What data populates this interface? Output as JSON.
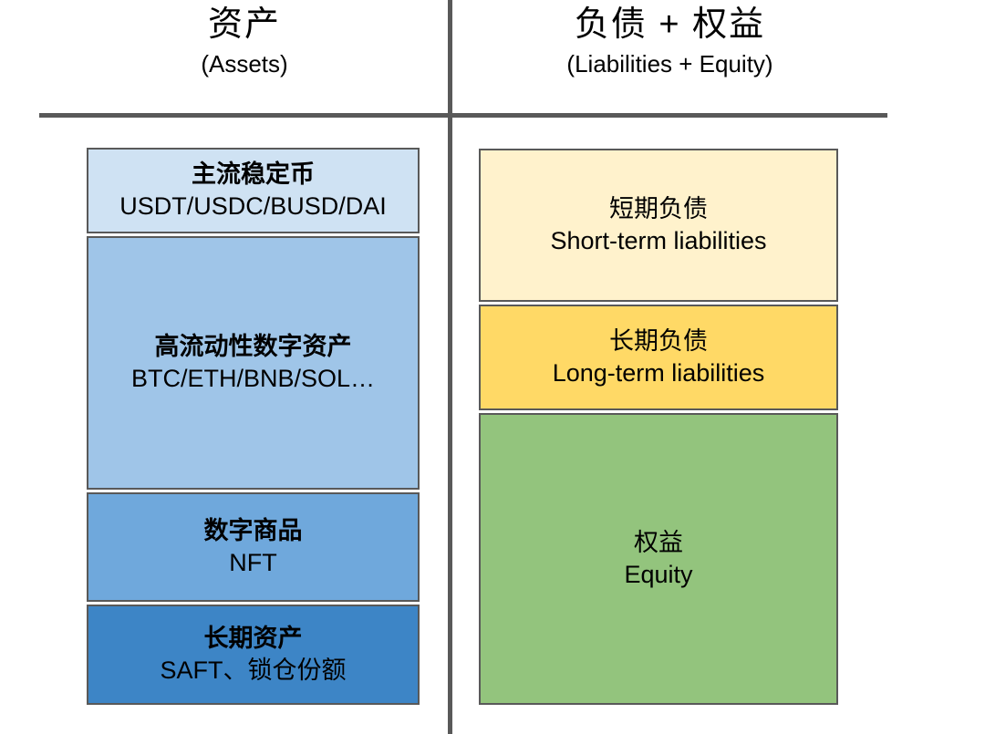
{
  "diagram": {
    "divider_color": "#595959",
    "text_color": "#000000",
    "columns": [
      {
        "id": "assets",
        "title_zh": "资产",
        "title_en": "(Assets)",
        "blocks": [
          {
            "title_zh": "主流稳定币",
            "subtitle": "USDT/USDC/BUSD/DAI",
            "color": "#cfe2f3"
          },
          {
            "title_zh": "高流动性数字资产",
            "subtitle": "BTC/ETH/BNB/SOL…",
            "color": "#9fc5e8"
          },
          {
            "title_zh": "数字商品",
            "subtitle": "NFT",
            "color": "#6fa8dc"
          },
          {
            "title_zh": "长期资产",
            "subtitle": "SAFT、锁仓份额",
            "color": "#3d85c6"
          }
        ]
      },
      {
        "id": "liabilities_equity",
        "title_zh": "负债 + 权益",
        "title_en": "(Liabilities + Equity)",
        "blocks": [
          {
            "title_zh": "短期负债",
            "subtitle": "Short-term liabilities",
            "color": "#fff2cc"
          },
          {
            "title_zh": "长期负债",
            "subtitle": "Long-term liabilities",
            "color": "#ffd966"
          },
          {
            "title_zh": "权益",
            "subtitle": "Equity",
            "color": "#93c47d"
          }
        ]
      }
    ]
  }
}
